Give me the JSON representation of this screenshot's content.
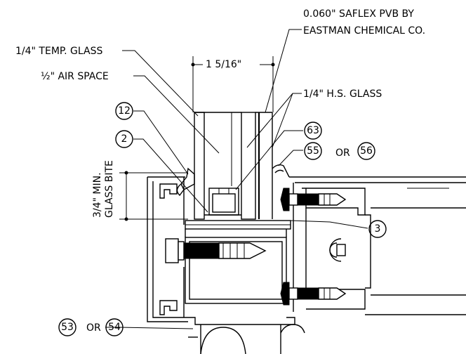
{
  "labels": {
    "pvb_line1": "0.060\" SAFLEX PVB BY",
    "pvb_line2": "EASTMAN CHEMICAL CO.",
    "temp_glass": "1/4\" TEMP. GLASS",
    "air_space": "½\" AIR SPACE",
    "dimension": "1 5/16\"",
    "hs_glass": "1/4\" H.S. GLASS",
    "bite_line1": "3/4\" MIN.",
    "bite_line2": "GLASS BITE",
    "or_word_1": "OR",
    "or_word_2": "OR"
  },
  "callouts": {
    "c12": "12",
    "c2": "2",
    "c63": "63",
    "c55": "55",
    "c56": "56",
    "c3": "3",
    "c53": "53",
    "c54": "54"
  }
}
